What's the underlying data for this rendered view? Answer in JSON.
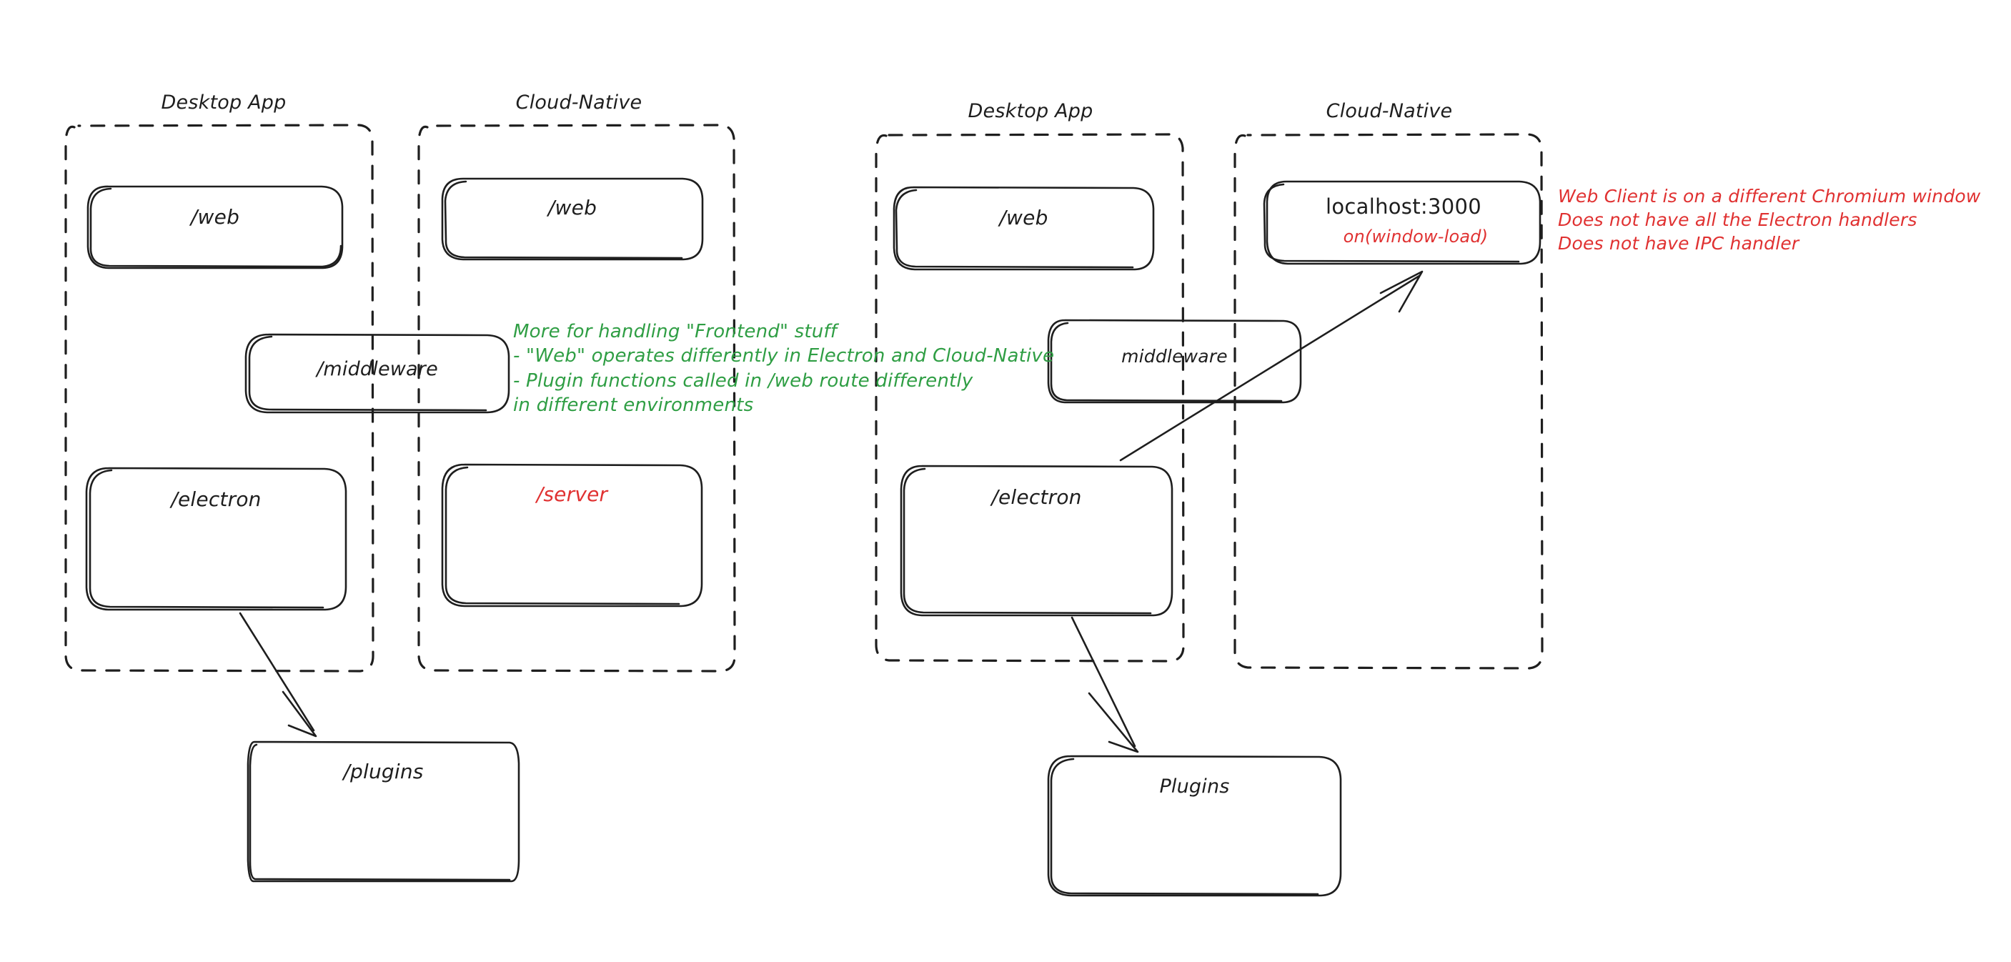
{
  "diagram": {
    "type": "architecture-sketch",
    "background": "#ffffff",
    "stroke_black": "#1e1e1e",
    "stroke_red": "#e03131",
    "stroke_green": "#2f9e44",
    "style": "hand-drawn"
  },
  "left_diagram": {
    "groups": [
      {
        "id": "left-desktop-app",
        "label": "Desktop App"
      },
      {
        "id": "left-cloud-native",
        "label": "Cloud-Native"
      }
    ],
    "nodes": [
      {
        "id": "left-desktop-web",
        "label": "/web",
        "color": "#1e1e1e"
      },
      {
        "id": "left-cloud-web",
        "label": "/web",
        "color": "#1e1e1e"
      },
      {
        "id": "left-middleware",
        "label": "/middleware",
        "color": "#1e1e1e"
      },
      {
        "id": "left-electron",
        "label": "/electron",
        "color": "#1e1e1e"
      },
      {
        "id": "left-server",
        "label": "/server",
        "color": "#e03131"
      },
      {
        "id": "left-plugins",
        "label": "/plugins",
        "color": "#1e1e1e"
      }
    ],
    "arrows": [
      {
        "id": "left-electron-to-plugins",
        "from": "left-electron",
        "to": "left-plugins",
        "color": "#1e1e1e"
      }
    ],
    "annotation": {
      "id": "green-note",
      "color": "#2f9e44",
      "lines": [
        "More for handling \"Frontend\" stuff",
        "- \"Web\" operates differently in Electron and Cloud-Native",
        "- Plugin functions called in /web route differently",
        "in different environments"
      ]
    }
  },
  "right_diagram": {
    "groups": [
      {
        "id": "right-desktop-app",
        "label": "Desktop App"
      },
      {
        "id": "right-cloud-native",
        "label": "Cloud-Native"
      }
    ],
    "nodes": [
      {
        "id": "right-desktop-web",
        "label": "/web",
        "color": "#1e1e1e"
      },
      {
        "id": "right-localhost",
        "label": "localhost:3000",
        "color": "#1e1e1e",
        "sublabel": "on(window-load)",
        "sublabel_color": "#e03131"
      },
      {
        "id": "right-middleware",
        "label": "middleware",
        "color": "#1e1e1e"
      },
      {
        "id": "right-electron",
        "label": "/electron",
        "color": "#1e1e1e"
      },
      {
        "id": "right-plugins",
        "label": "Plugins",
        "color": "#1e1e1e"
      }
    ],
    "arrows": [
      {
        "id": "right-electron-to-localhost",
        "from": "right-electron",
        "to": "right-localhost",
        "color": "#1e1e1e"
      },
      {
        "id": "right-electron-to-plugins",
        "from": "right-electron",
        "to": "right-plugins",
        "color": "#1e1e1e"
      }
    ],
    "annotation": {
      "id": "red-note",
      "color": "#e03131",
      "lines": [
        "Web Client is on a different Chromium window",
        "Does not have all the Electron handlers",
        "Does not have IPC handler"
      ]
    }
  }
}
